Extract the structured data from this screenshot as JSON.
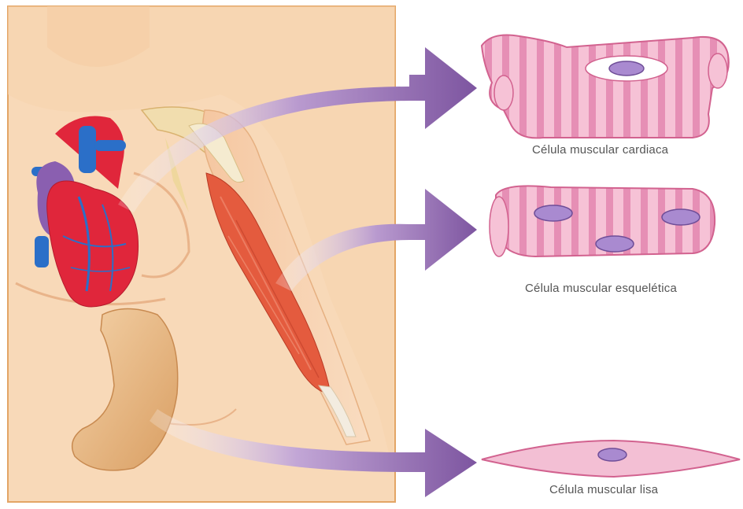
{
  "labels": {
    "cardiac": "Célula muscular cardiaca",
    "skeletal": "Célula muscular esquelética",
    "smooth": "Célula muscular lisa"
  },
  "colors": {
    "skin": "#F8D7B0",
    "frame": "#E0A96A",
    "arrow": "#8A63A8",
    "cell_pink": "#F2B6CE",
    "cell_stripe": "#E58DB3",
    "nucleus": "#A98AD0",
    "muscle_red": "#E25A3D",
    "stomach": "#E3B17F",
    "heart_red": "#E0263B",
    "heart_blue": "#2B6FC8",
    "heart_purple": "#8A5FB0"
  }
}
